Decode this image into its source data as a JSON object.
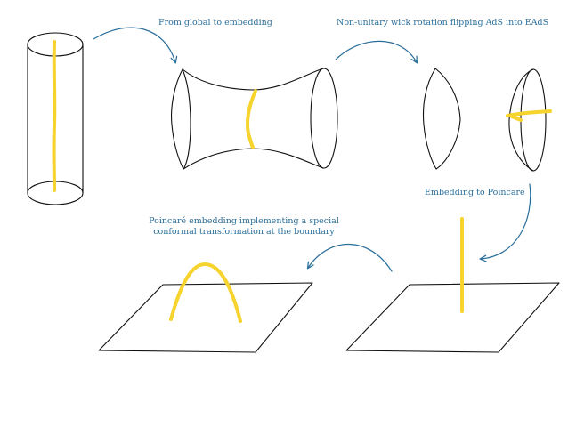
{
  "colors": {
    "ink": "#111111",
    "arrow": "#2a6f9b",
    "label": "#2a6f9b",
    "geodesic": "#f6d32d"
  },
  "labels": {
    "global_to_embedding": "From global to embedding",
    "wick_rotation": "Non-unitary wick rotation flipping AdS into EAdS",
    "embedding_to_poincare": "Embedding to Poincaré",
    "poincare_special_line1": "Poincaré embedding implementing a special",
    "poincare_special_line2": "conformal transformation at the boundary"
  }
}
